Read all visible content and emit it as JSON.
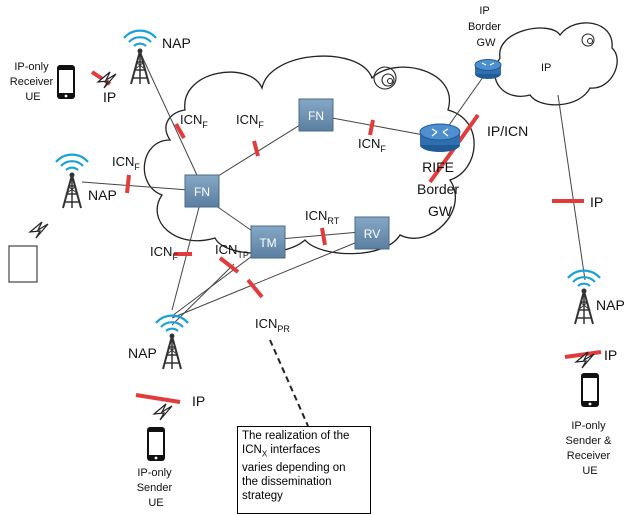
{
  "colors": {
    "node_fill": "#6f94b4",
    "node_stroke": "#4a6a88",
    "cut_marker": "#e23b3b",
    "router": "#2f6fb0",
    "antenna": "#1aa0d8"
  },
  "nodes": {
    "fn_top": "FN",
    "fn_left": "FN",
    "tm": "TM",
    "rv": "RV"
  },
  "labels": {
    "nap_top": "NAP",
    "nap_left": "NAP",
    "nap_bottom": "NAP",
    "nap_right": "NAP",
    "ip_top": "IP",
    "ip_bottom": "IP",
    "ip_right_mid": "IP",
    "ip_right_phone": "IP",
    "ip_cloud": "IP",
    "ip_icn": "IP/ICN",
    "icn_base": "ICN",
    "sub_f": "F",
    "sub_rt": "RT",
    "sub_tp": "TP",
    "sub_pr": "PR"
  },
  "receiver_ue": [
    "IP-only",
    "Receiver",
    "UE"
  ],
  "sender_ue": [
    "IP-only",
    "Sender",
    "UE"
  ],
  "sender_receiver_ue": [
    "IP-only",
    "Sender &",
    "Receiver",
    "UE"
  ],
  "ip_border_gw": [
    "IP",
    "Border",
    "GW"
  ],
  "rife_border_gw": [
    "RIFE",
    "Border",
    "GW"
  ],
  "note": {
    "line1": "The realization of the",
    "line2_pre": "ICN",
    "line2_sub": "X",
    "line2_post": " interfaces",
    "line3": "varies depending on",
    "line4": "the dissemination",
    "line5": "strategy"
  }
}
